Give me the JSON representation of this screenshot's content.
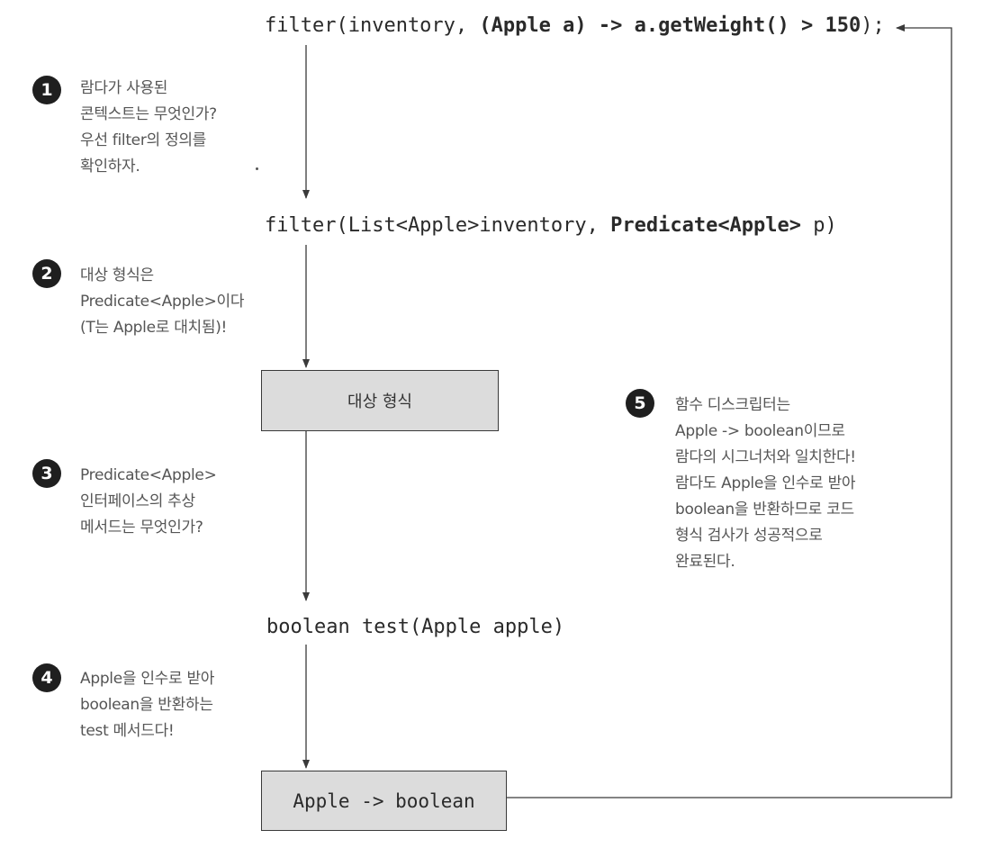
{
  "code": {
    "line1": {
      "prefix": "filter(inventory, ",
      "lambda": "(Apple a) -> a.getWeight() > 150",
      "suffix": ");"
    },
    "line2": {
      "prefix": "filter(List<Apple>inventory, ",
      "param_type": "Predicate<Apple>",
      "suffix": " p)"
    },
    "line3": "boolean test(Apple apple)"
  },
  "boxes": {
    "target_type": "대상 형식",
    "function_descriptor": "Apple -> boolean"
  },
  "steps": [
    {
      "number": "1",
      "lines": [
        "람다가 사용된",
        "콘텍스트는 무엇인가?",
        "우선 filter의 정의를",
        "확인하자."
      ]
    },
    {
      "number": "2",
      "lines": [
        "대상 형식은",
        "Predicate<Apple>이다",
        "(T는 Apple로 대치됨)!"
      ]
    },
    {
      "number": "3",
      "lines": [
        "Predicate<Apple>",
        "인터페이스의 추상",
        "메서드는 무엇인가?"
      ]
    },
    {
      "number": "4",
      "lines": [
        "Apple을 인수로 받아",
        "boolean을 반환하는",
        "test 메서드다!"
      ]
    },
    {
      "number": "5",
      "lines": [
        "함수 디스크립터는",
        "Apple -> boolean이므로",
        "람다의 시그너처와 일치한다!",
        "람다도 Apple을 인수로 받아",
        "boolean을 반환하므로 코드",
        "형식 검사가 성공적으로",
        "완료된다."
      ]
    }
  ],
  "colors": {
    "box_fill": "#dcdcdc",
    "line": "#3a3a3a",
    "badge": "#1f1f1f",
    "note_text": "#555555"
  }
}
